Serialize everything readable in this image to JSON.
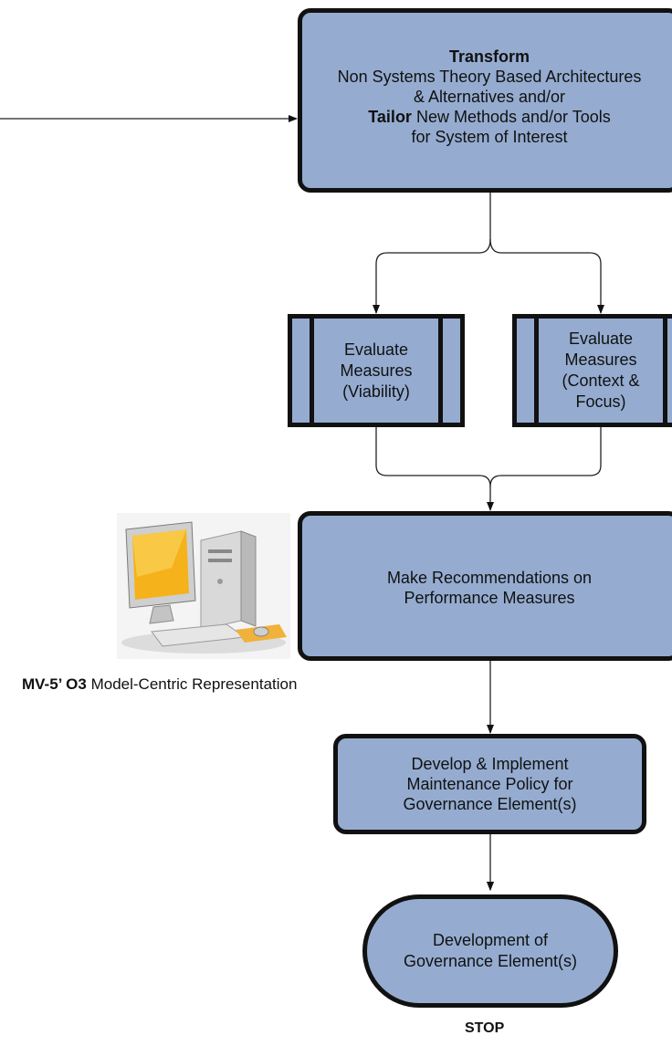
{
  "transform_box": {
    "title": "Transform",
    "line1": "Non Systems Theory Based Architectures",
    "line2": "& Alternatives and/or",
    "tailor_word": "Tailor",
    "line3_rest": " New Methods and/or Tools",
    "line4": "for System of Interest"
  },
  "eval_viability": {
    "line1": "Evaluate",
    "line2": "Measures",
    "line3": "(Viability)"
  },
  "eval_context": {
    "line1": "Evaluate",
    "line2": "Measures",
    "line3": "(Context &",
    "line4": "Focus)"
  },
  "recommend_box": {
    "line1": "Make Recommendations on",
    "line2": "Performance Measures"
  },
  "model_label": {
    "bold": "MV-5’ O3",
    "rest": " Model-Centric Representation"
  },
  "maintenance_box": {
    "line1": "Develop & Implement",
    "line2": "Maintenance Policy for",
    "line3": "Governance Element(s)"
  },
  "terminal": {
    "line1": "Development of",
    "line2": "Governance Element(s)",
    "stop": "STOP"
  },
  "colors": {
    "box_fill": "#95acd0",
    "border": "#111111"
  },
  "icons": {
    "computer": "desktop-computer-icon"
  }
}
